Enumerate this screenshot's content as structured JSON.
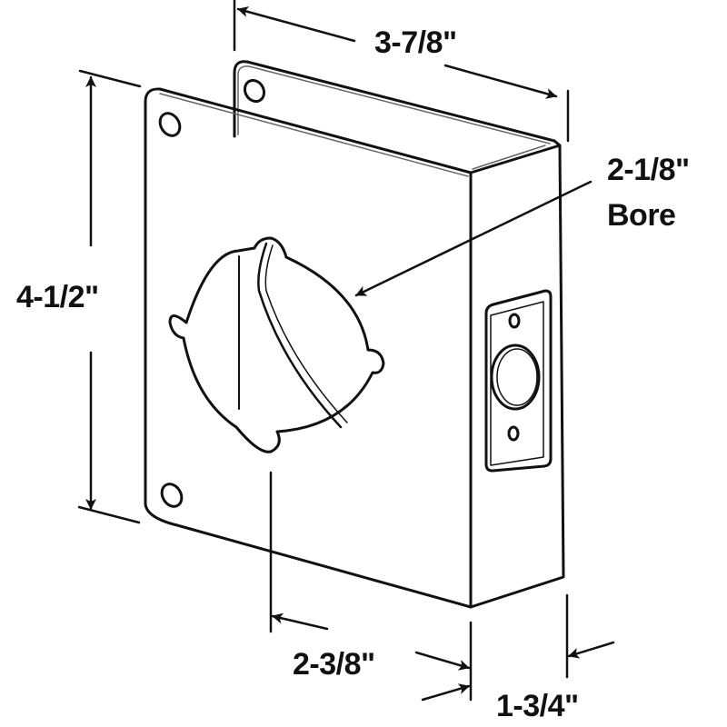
{
  "diagram": {
    "subject": "Door reinforcer / lock wrap plate",
    "stroke_color": "#111111",
    "background": "#ffffff",
    "dimensions": {
      "width_top": "3-7/8\"",
      "height_left": "4-1/2\"",
      "bore_size": "2-1/8\"",
      "bore_label": "Bore",
      "backset": "2-3/8\"",
      "door_thickness": "1-3/4\""
    }
  }
}
